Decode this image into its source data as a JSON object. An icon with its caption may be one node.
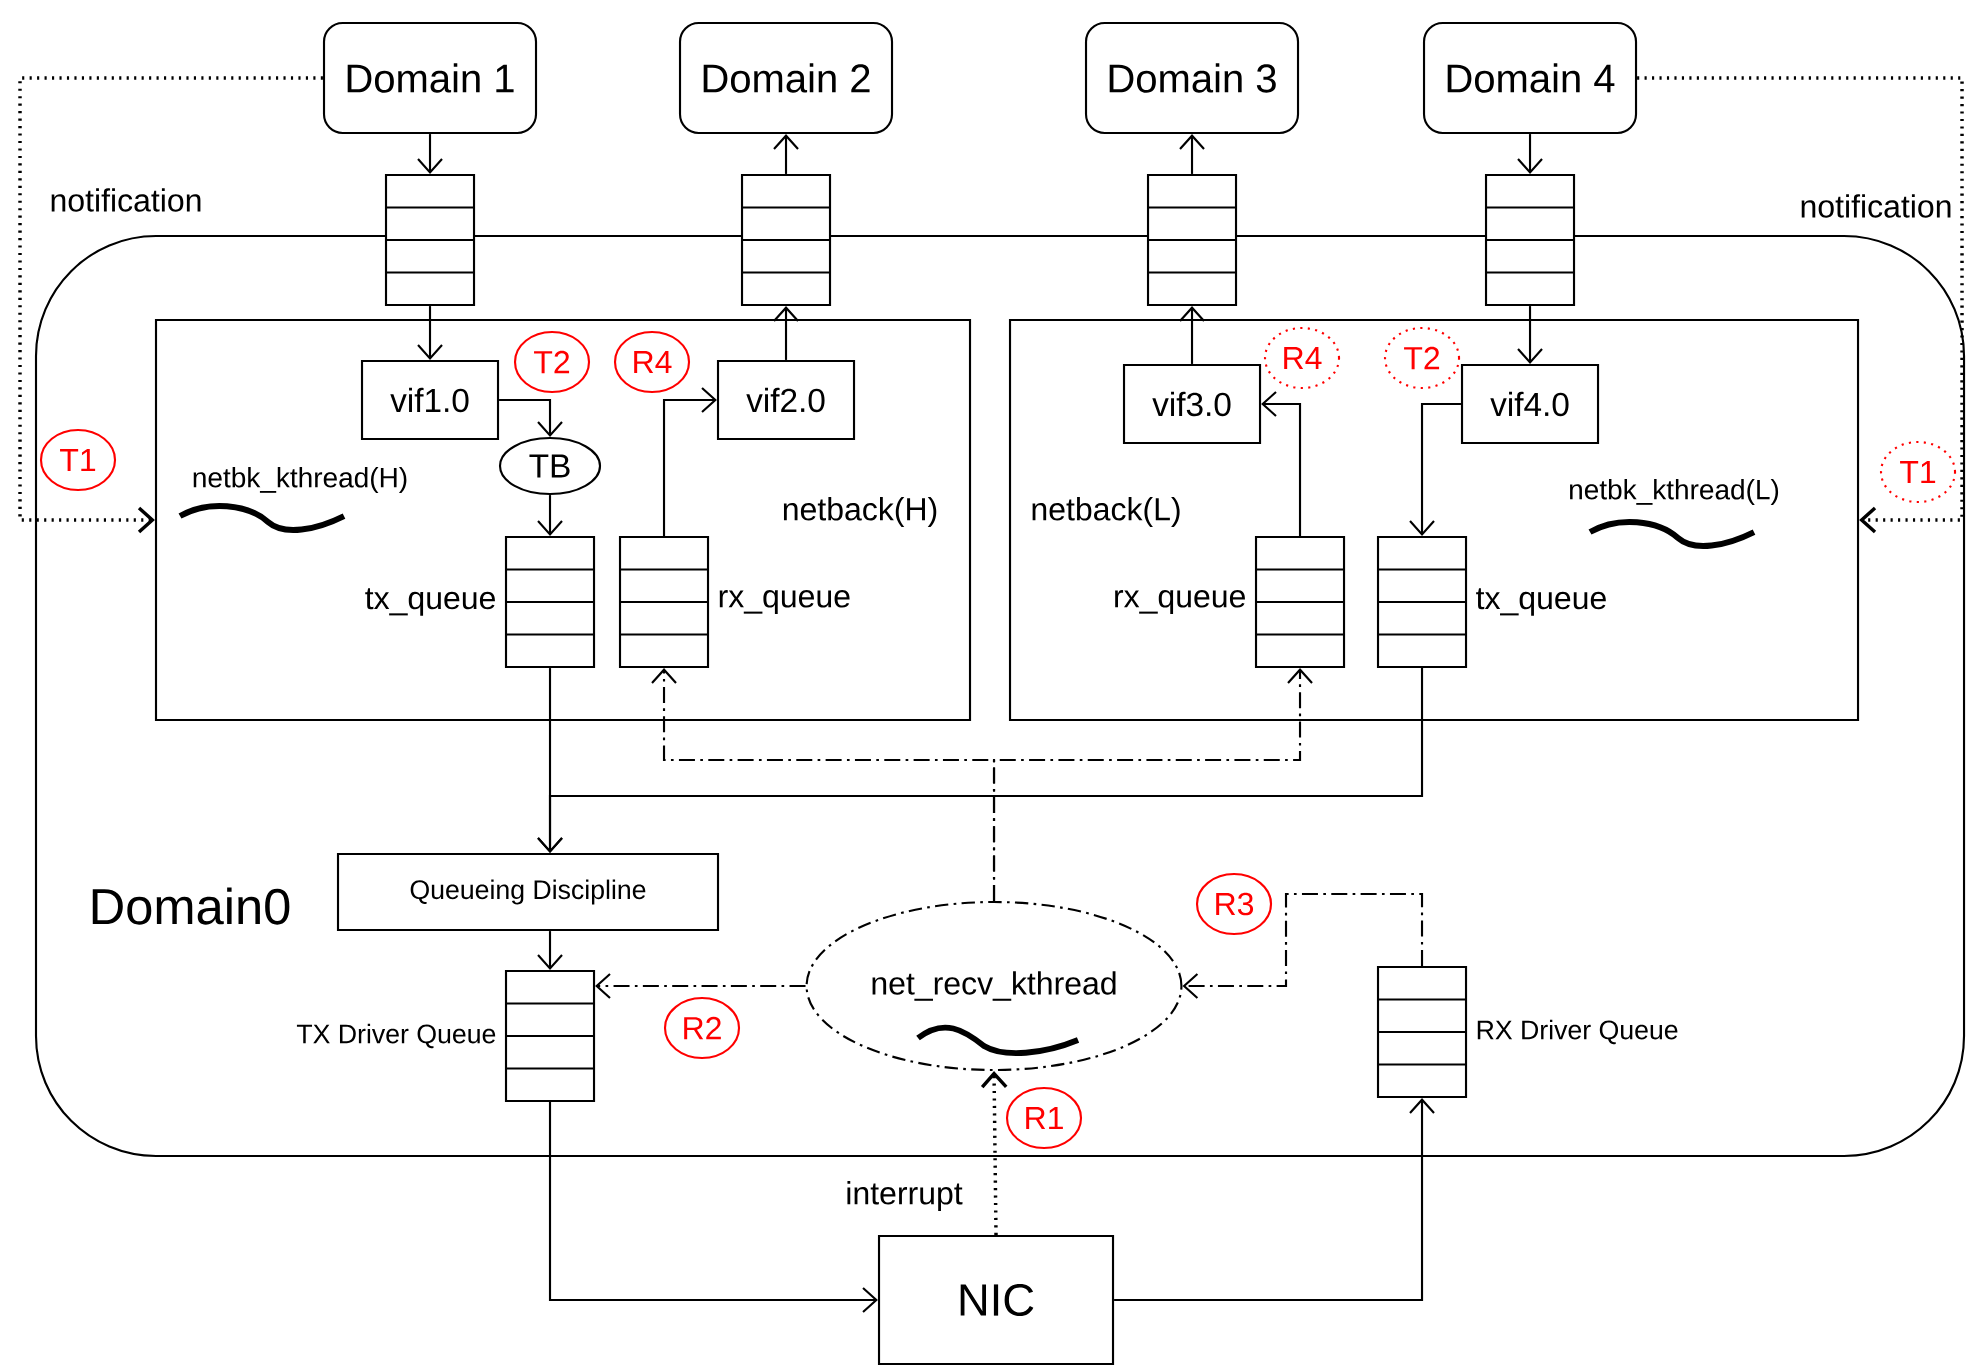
{
  "diagram": {
    "nodes": [
      {
        "text": [
          "Domain0"
        ]
      },
      {
        "text": [
          "netback(H)"
        ],
        "in": 0
      },
      {
        "text": [
          "netback(L)"
        ],
        "in": 0
      },
      {
        "text": [
          "Domain 1"
        ]
      },
      {
        "text": [
          "Domain 2"
        ]
      },
      {
        "text": [
          "Domain 3"
        ]
      },
      {
        "text": [
          "Domain 4"
        ]
      },
      {
        "text": [],
        "shape": "box"
      },
      {
        "text": [],
        "shape": "box"
      },
      {
        "text": [],
        "shape": "box"
      },
      {
        "text": [],
        "shape": "box"
      },
      {
        "text": [
          "vif1.0"
        ],
        "in": 1
      },
      {
        "text": [
          "TB"
        ],
        "in": 1
      },
      {
        "text": [],
        "shape": "box",
        "beside": [
          "tx_queue"
        ],
        "in": 1
      },
      {
        "text": [],
        "shape": "box",
        "beside": [
          "rx_queue"
        ],
        "in": 1
      },
      {
        "text": [
          "vif2.0"
        ],
        "in": 1
      },
      {
        "text": [
          "vif3.0"
        ],
        "in": 2
      },
      {
        "text": [
          "vif4.0"
        ],
        "in": 2
      },
      {
        "text": [],
        "shape": "box",
        "beside": [
          "rx_queue"
        ],
        "in": 2
      },
      {
        "text": [],
        "shape": "box",
        "beside": [
          "tx_queue"
        ],
        "in": 2
      },
      {
        "text": [
          "Queueing Discipline"
        ],
        "in": 0
      },
      {
        "text": [],
        "shape": "box",
        "beside": [
          "TX Driver Queue"
        ],
        "in": 0
      },
      {
        "text": [
          "net_recv_kthread"
        ],
        "in": 0
      },
      {
        "text": [],
        "shape": "box",
        "beside": [
          "RX Driver Queue"
        ],
        "in": 0
      },
      {
        "text": [
          "NIC"
        ]
      },
      {
        "text": [
          "T1"
        ],
        "in": 0
      },
      {
        "text": [
          "T2"
        ],
        "in": 1
      },
      {
        "text": [
          "R4"
        ],
        "in": 1
      },
      {
        "text": [
          "R4"
        ],
        "in": 2
      },
      {
        "text": [
          "T2"
        ],
        "in": 2
      },
      {
        "text": [
          "T1"
        ],
        "in": 0
      },
      {
        "text": [
          "R3"
        ],
        "in": 0
      },
      {
        "text": [
          "R2"
        ],
        "in": 0
      },
      {
        "text": [
          "R1"
        ],
        "in": 0
      }
    ],
    "edges": [
      {
        "from": 3,
        "to": 7,
        "arrow": "to"
      },
      {
        "from": 7,
        "to": 11,
        "arrow": "to"
      },
      {
        "from": 15,
        "to": 8,
        "arrow": "to"
      },
      {
        "from": 8,
        "to": 4,
        "arrow": "to"
      },
      {
        "from": 16,
        "to": 9,
        "arrow": "to"
      },
      {
        "from": 9,
        "to": 5,
        "arrow": "to"
      },
      {
        "from": 6,
        "to": 10,
        "arrow": "to"
      },
      {
        "from": 10,
        "to": 17,
        "arrow": "to"
      },
      {
        "from": 11,
        "to": 12,
        "arrow": "to"
      },
      {
        "from": 12,
        "to": 13,
        "arrow": "to"
      },
      {
        "from": 14,
        "to": 15,
        "arrow": "to"
      },
      {
        "from": 18,
        "to": 16,
        "arrow": "to"
      },
      {
        "from": 17,
        "to": 19,
        "arrow": "to"
      },
      {
        "from": 13,
        "to": 20,
        "arrow": "to"
      },
      {
        "from": 19,
        "to": 20,
        "arrow": "to"
      },
      {
        "from": 20,
        "to": 21,
        "arrow": "to"
      },
      {
        "from": 21,
        "to": 24,
        "arrow": "to"
      },
      {
        "from": 24,
        "to": 23,
        "arrow": "to"
      },
      {
        "from": 24,
        "to": 22,
        "arrow": "to",
        "style": "dashed",
        "label": "interrupt"
      },
      {
        "from": 23,
        "to": 22,
        "arrow": "to",
        "style": "dashed"
      },
      {
        "from": 22,
        "to": 21,
        "arrow": "to",
        "style": "dashed"
      },
      {
        "from": 22,
        "to": 14,
        "arrow": "to",
        "style": "dashed"
      },
      {
        "from": 22,
        "to": 18,
        "arrow": "to",
        "style": "dashed"
      },
      {
        "from": 3,
        "to": 1,
        "arrow": "to",
        "style": "dashed",
        "label": "notification"
      },
      {
        "from": 6,
        "to": 2,
        "arrow": "to",
        "style": "dashed",
        "label": "notification"
      }
    ],
    "labels": [
      "netbk_kthread(H)",
      "netbk_kthread(L)"
    ]
  }
}
